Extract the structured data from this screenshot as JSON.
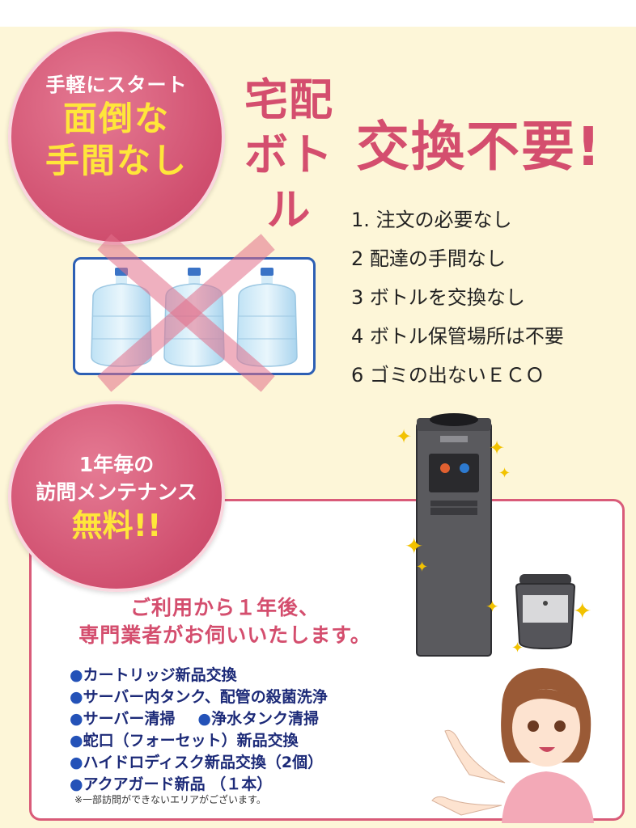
{
  "hero": {
    "circle_small": "手軽にスタート",
    "circle_big_1": "面倒な",
    "circle_big_2": "手間なし",
    "takuhai": "宅配",
    "bottle": "ボトル",
    "koukan": "交換不要!"
  },
  "benefits": [
    "1. 注文の必要なし",
    "2 配達の手間なし",
    "3 ボトルを交換なし",
    "4 ボトル保管場所は不要",
    "6 ゴミの出ないＥＣＯ"
  ],
  "maintenance": {
    "circle_line_1": "1年毎の",
    "circle_line_2": "訪問メンテナンス",
    "circle_free": "無料!!",
    "message_line_1": "ご利用から１年後、",
    "message_line_2": "専門業者がお伺いいたします。",
    "items": [
      "カートリッジ新品交換",
      "サーバー内タンク、配管の殺菌洗浄",
      "サーバー清掃",
      "浄水タンク清掃",
      "蛇口（フォーセット）新品交換",
      "ハイドロディスク新品交換（2個）",
      "アクアガード新品 （１本）"
    ],
    "note": "※一部訪問ができないエリアがございます。"
  },
  "colors": {
    "accent_pink": "#d44e6e",
    "highlight_yellow": "#ffe63a",
    "bullet_blue": "#2452b8",
    "panel_cream": "#fdf6d8"
  }
}
